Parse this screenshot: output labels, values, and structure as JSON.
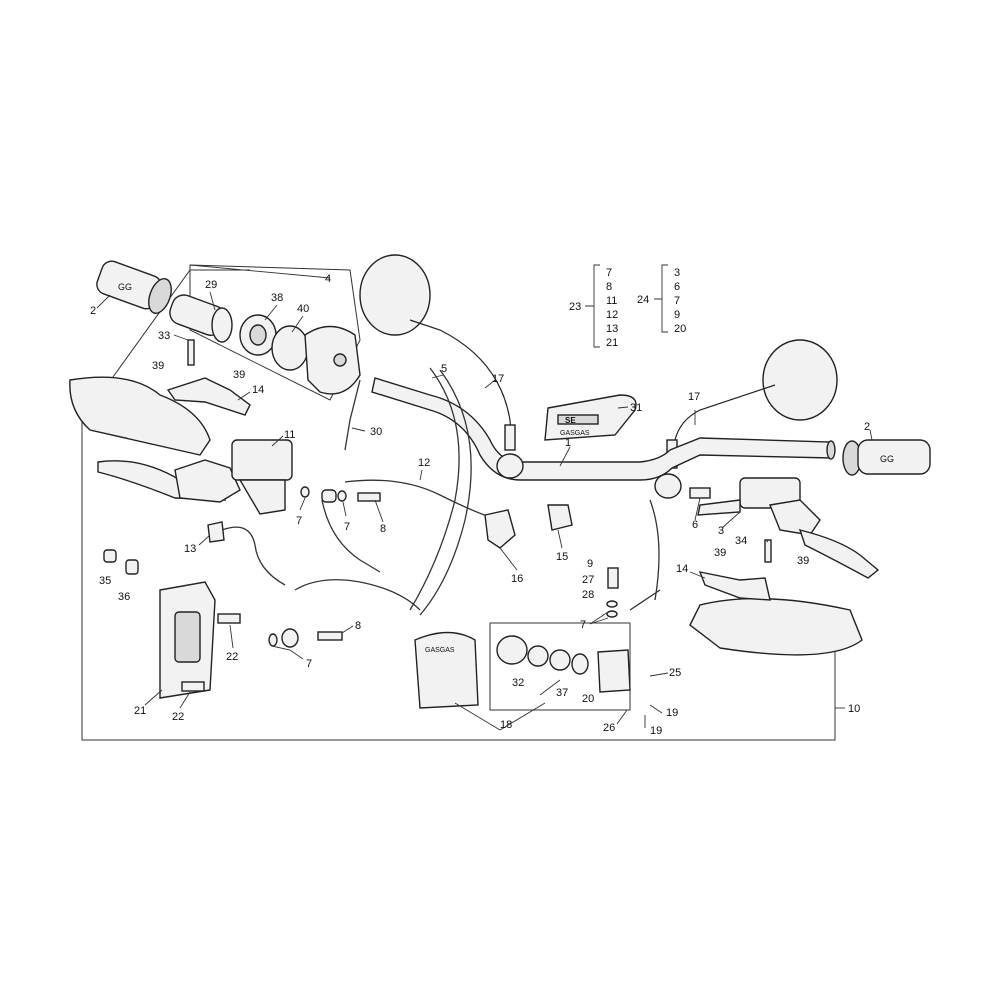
{
  "callouts": [
    {
      "id": "c-2-left",
      "text": "2"
    },
    {
      "id": "c-29",
      "text": "29"
    },
    {
      "id": "c-38",
      "text": "38"
    },
    {
      "id": "c-40",
      "text": "40"
    },
    {
      "id": "c-4",
      "text": "4"
    },
    {
      "id": "c-33",
      "text": "33"
    },
    {
      "id": "c-39-a",
      "text": "39"
    },
    {
      "id": "c-39-b",
      "text": "39"
    },
    {
      "id": "c-14-left",
      "text": "14"
    },
    {
      "id": "c-5",
      "text": "5"
    },
    {
      "id": "c-17-left",
      "text": "17"
    },
    {
      "id": "c-30",
      "text": "30"
    },
    {
      "id": "c-11",
      "text": "11"
    },
    {
      "id": "c-12",
      "text": "12"
    },
    {
      "id": "c-1",
      "text": "1"
    },
    {
      "id": "c-31",
      "text": "31"
    },
    {
      "id": "c-17-right",
      "text": "17"
    },
    {
      "id": "c-2-right",
      "text": "2"
    },
    {
      "id": "c-7-a",
      "text": "7"
    },
    {
      "id": "c-7-b",
      "text": "7"
    },
    {
      "id": "c-8-a",
      "text": "8"
    },
    {
      "id": "c-13",
      "text": "13"
    },
    {
      "id": "c-15",
      "text": "15"
    },
    {
      "id": "c-16",
      "text": "16"
    },
    {
      "id": "c-35",
      "text": "35"
    },
    {
      "id": "c-36",
      "text": "36"
    },
    {
      "id": "c-22-a",
      "text": "22"
    },
    {
      "id": "c-22-b",
      "text": "22"
    },
    {
      "id": "c-21",
      "text": "21"
    },
    {
      "id": "c-8-b",
      "text": "8"
    },
    {
      "id": "c-7-c",
      "text": "7"
    },
    {
      "id": "c-9",
      "text": "9"
    },
    {
      "id": "c-27",
      "text": "27"
    },
    {
      "id": "c-28",
      "text": "28"
    },
    {
      "id": "c-7-d",
      "text": "7"
    },
    {
      "id": "c-6",
      "text": "6"
    },
    {
      "id": "c-3",
      "text": "3"
    },
    {
      "id": "c-34",
      "text": "34"
    },
    {
      "id": "c-39-c",
      "text": "39"
    },
    {
      "id": "c-39-d",
      "text": "39"
    },
    {
      "id": "c-14-right",
      "text": "14"
    },
    {
      "id": "c-32",
      "text": "32"
    },
    {
      "id": "c-37",
      "text": "37"
    },
    {
      "id": "c-20",
      "text": "20"
    },
    {
      "id": "c-25",
      "text": "25"
    },
    {
      "id": "c-19-a",
      "text": "19"
    },
    {
      "id": "c-26",
      "text": "26"
    },
    {
      "id": "c-19-b",
      "text": "19"
    },
    {
      "id": "c-18",
      "text": "18"
    },
    {
      "id": "c-10",
      "text": "10"
    }
  ],
  "kits": [
    {
      "label": "23",
      "items": [
        "7",
        "8",
        "11",
        "12",
        "13",
        "21"
      ]
    },
    {
      "label": "24",
      "items": [
        "3",
        "6",
        "7",
        "9",
        "20"
      ]
    }
  ],
  "stickers": {
    "bar_pad_top": "SE",
    "bar_pad_bottom": "GASGAS",
    "pouch": "GASGAS",
    "grip_pattern": "GG"
  }
}
